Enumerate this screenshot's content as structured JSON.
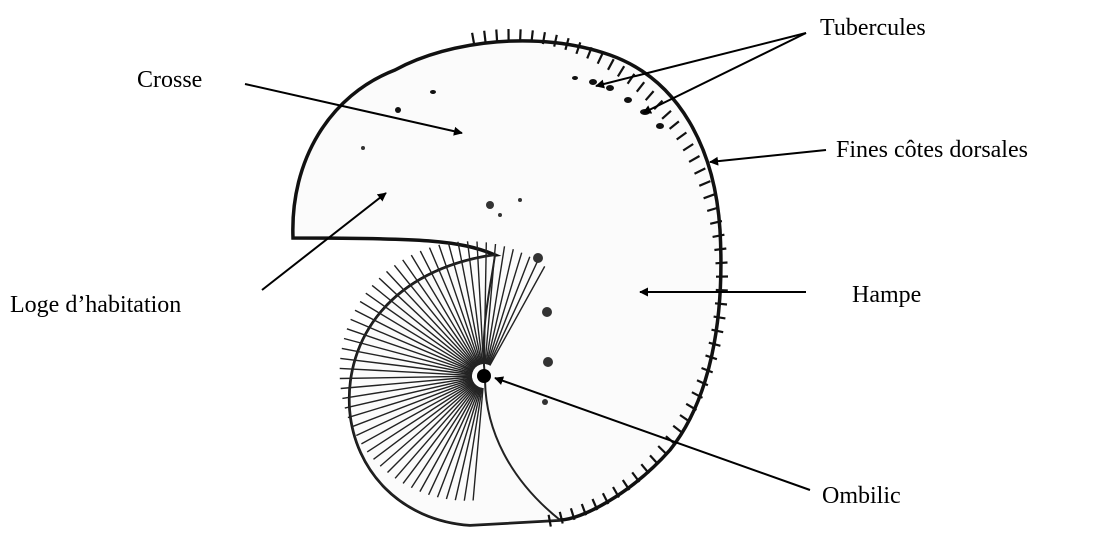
{
  "labels": {
    "crosse": "Crosse",
    "tubercules": "Tubercules",
    "fines_cotes_dorsales": "Fines côtes dorsales",
    "loge_habitation": "Loge d’habitation",
    "hampe": "Hampe",
    "ombilic": "Ombilic"
  },
  "colors": {
    "ink": "#000000",
    "background": "#ffffff",
    "shell_fill": "#fbfbfb"
  }
}
